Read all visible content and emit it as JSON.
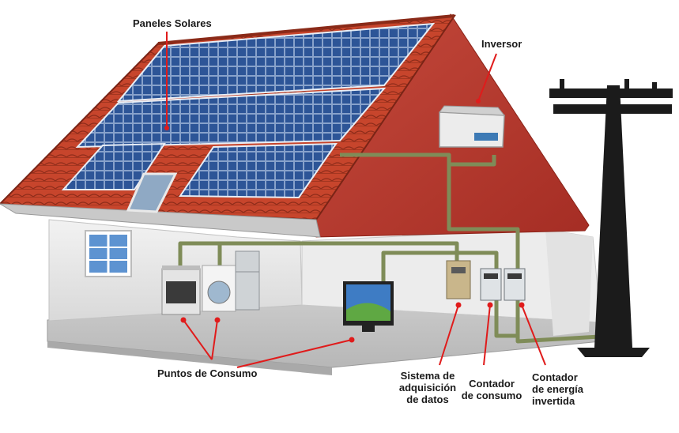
{
  "labels": {
    "panels": "Paneles Solares",
    "inverter": "Inversor",
    "consumption_points": "Puntos de Consumo",
    "daq_line1": "Sistema de",
    "daq_line2": "adquisición",
    "daq_line3": "de datos",
    "consumption_meter_line1": "Contador",
    "consumption_meter_line2": "de consumo",
    "export_meter_line1": "Contador",
    "export_meter_line2": "de energía",
    "export_meter_line3": "invertida"
  },
  "colors": {
    "roof_tile": "#c2402a",
    "gable_wall": "#b8362a",
    "panel_cell": "#2b4f8c",
    "wire": "#7d8a5a",
    "leader_line": "#e01b1b",
    "pole": "#1b1b1b"
  }
}
